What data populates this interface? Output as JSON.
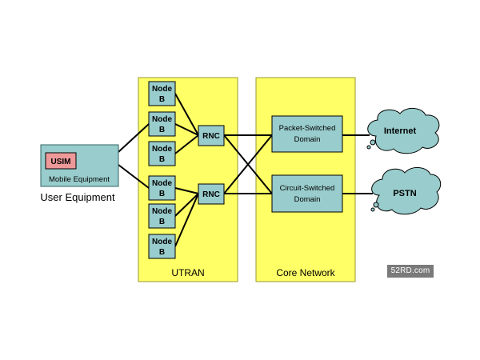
{
  "user_equipment": {
    "usim_label": "USIM",
    "device_label": "Mobile Equipment",
    "caption": "User Equipment"
  },
  "utran": {
    "caption": "UTRAN",
    "node_b_label": [
      "Node",
      "B"
    ],
    "rnc_label": "RNC"
  },
  "core_network": {
    "caption": "Core Network",
    "packet_switched": [
      "Packet-Switched",
      "Domain"
    ],
    "circuit_switched": [
      "Circuit-Switched",
      "Domain"
    ]
  },
  "external_networks": {
    "internet": "Internet",
    "pstn": "PSTN"
  },
  "watermark": "52RD.com",
  "colors": {
    "region_fill": "#ffff66",
    "region_stroke": "#999933",
    "node_fill": "#99cccc",
    "usim_fill": "#ee9999",
    "cloud_fill": "#99cccc",
    "line": "#000000"
  }
}
